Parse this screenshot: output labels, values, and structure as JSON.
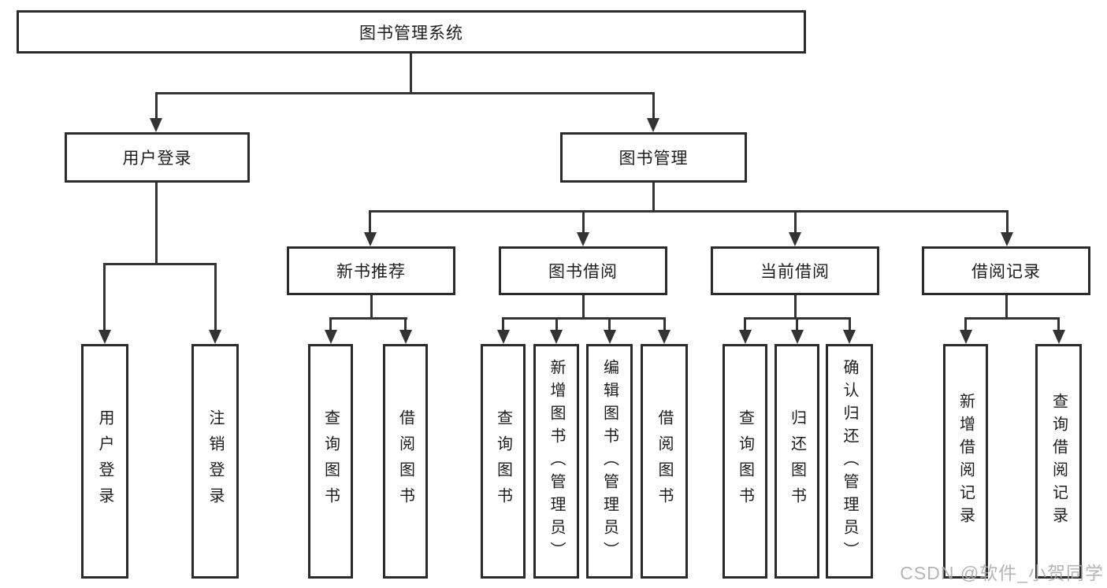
{
  "diagram": {
    "title": "图书管理系统",
    "branches": [
      {
        "label": "用户登录",
        "children": [
          "用户登录",
          "注销登录"
        ]
      },
      {
        "label": "图书管理",
        "sections": [
          {
            "label": "新书推荐",
            "children": [
              "查询图书",
              "借阅图书"
            ]
          },
          {
            "label": "图书借阅",
            "children": [
              "查询图书",
              "新增图书（管理员）",
              "编辑图书（管理员）",
              "借阅图书"
            ]
          },
          {
            "label": "当前借阅",
            "children": [
              "查询图书",
              "归还图书",
              "确认归还（管理员）"
            ]
          },
          {
            "label": "借阅记录",
            "children": [
              "新增借阅记录",
              "查询借阅记录"
            ]
          }
        ]
      }
    ]
  },
  "watermark": "CSDN @软件_小贺同学",
  "colors": {
    "line": "#333333",
    "box_border": "#2b2b2b",
    "text": "#1d1d1d",
    "watermark": "#ababab",
    "background": "#ffffff"
  }
}
